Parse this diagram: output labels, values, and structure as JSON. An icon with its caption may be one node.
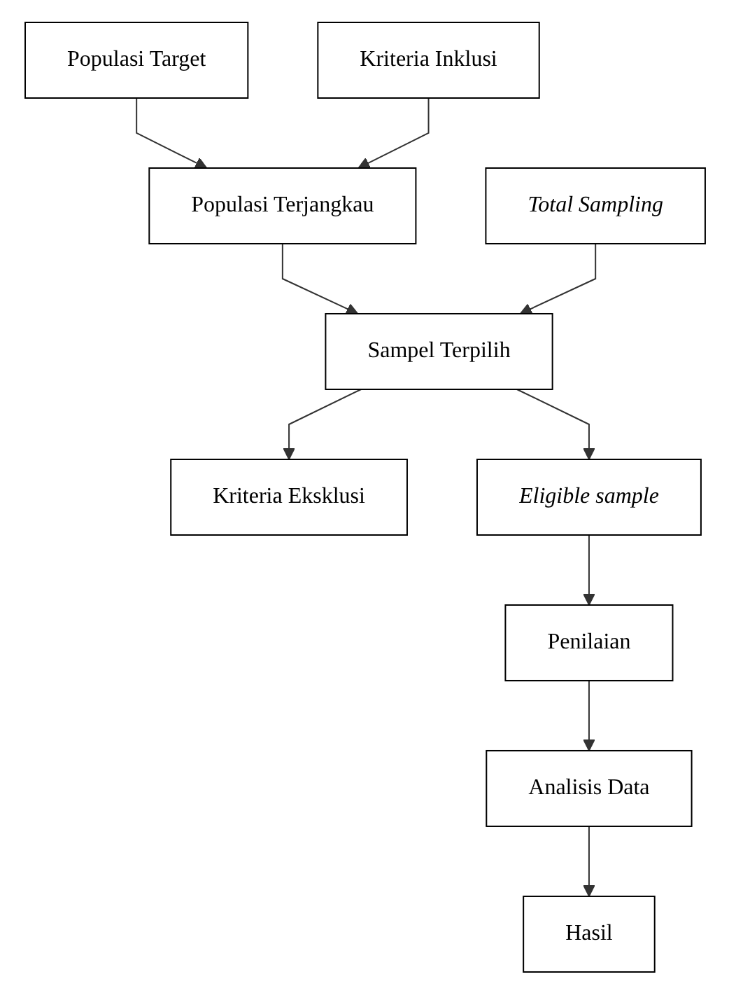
{
  "diagram": {
    "nodes": [
      {
        "text": [
          "Populasi Target"
        ]
      },
      {
        "text": [
          "Kriteria Inklusi"
        ]
      },
      {
        "text": [
          "Populasi Terjangkau"
        ]
      },
      {
        "text": [
          "Total Sampling"
        ]
      },
      {
        "text": [
          "Sampel Terpilih"
        ]
      },
      {
        "text": [
          "Kriteria Eksklusi"
        ]
      },
      {
        "text": [
          "Eligible sample"
        ]
      },
      {
        "text": [
          "Penilaian"
        ]
      },
      {
        "text": [
          "Analisis Data"
        ]
      },
      {
        "text": [
          "Hasil"
        ]
      }
    ],
    "edges": [
      {
        "from": 0,
        "to": 2,
        "arrow": "to"
      },
      {
        "from": 1,
        "to": 2,
        "arrow": "to"
      },
      {
        "from": 2,
        "to": 4,
        "arrow": "to"
      },
      {
        "from": 3,
        "to": 4,
        "arrow": "to"
      },
      {
        "from": 4,
        "to": 5,
        "arrow": "to"
      },
      {
        "from": 4,
        "to": 6,
        "arrow": "to"
      },
      {
        "from": 6,
        "to": 7,
        "arrow": "to"
      },
      {
        "from": 7,
        "to": 8,
        "arrow": "to"
      },
      {
        "from": 8,
        "to": 9,
        "arrow": "to"
      }
    ]
  }
}
